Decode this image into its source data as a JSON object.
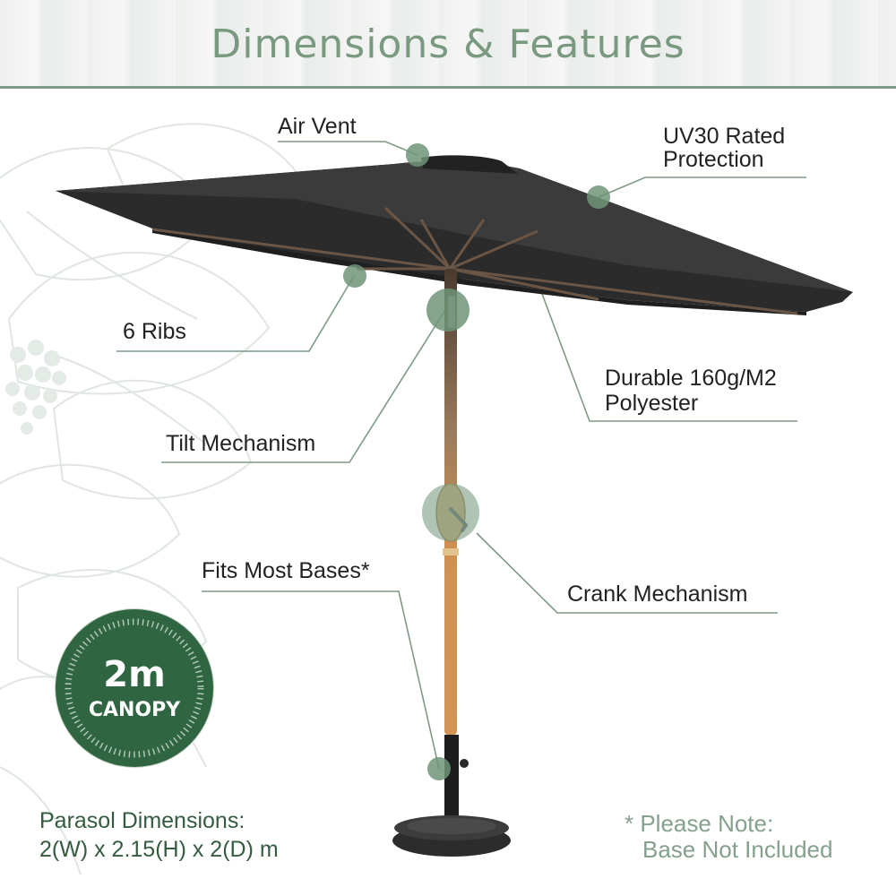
{
  "title": "Dimensions & Features",
  "features": {
    "air_vent": "Air Vent",
    "uv_line1": "UV30 Rated",
    "uv_line2": "Protection",
    "ribs": "6 Ribs",
    "fabric_line1": "Durable 160g/M2",
    "fabric_line2": "Polyester",
    "tilt": "Tilt Mechanism",
    "bases": "Fits Most Bases*",
    "crank": "Crank Mechanism"
  },
  "badge": {
    "size": "2m",
    "label": "CANOPY"
  },
  "dimensions": {
    "line1": "Parasol Dimensions:",
    "line2": "2(W) x 2.15(H) x 2(D) m"
  },
  "note": {
    "line1": "* Please Note:",
    "line2": "Base Not Included"
  },
  "colors": {
    "accent": "#7a9a80",
    "badge": "#2f6540",
    "canopy": "#2b2b2b",
    "pole": "#c98a45",
    "marker": "#6f9478"
  }
}
